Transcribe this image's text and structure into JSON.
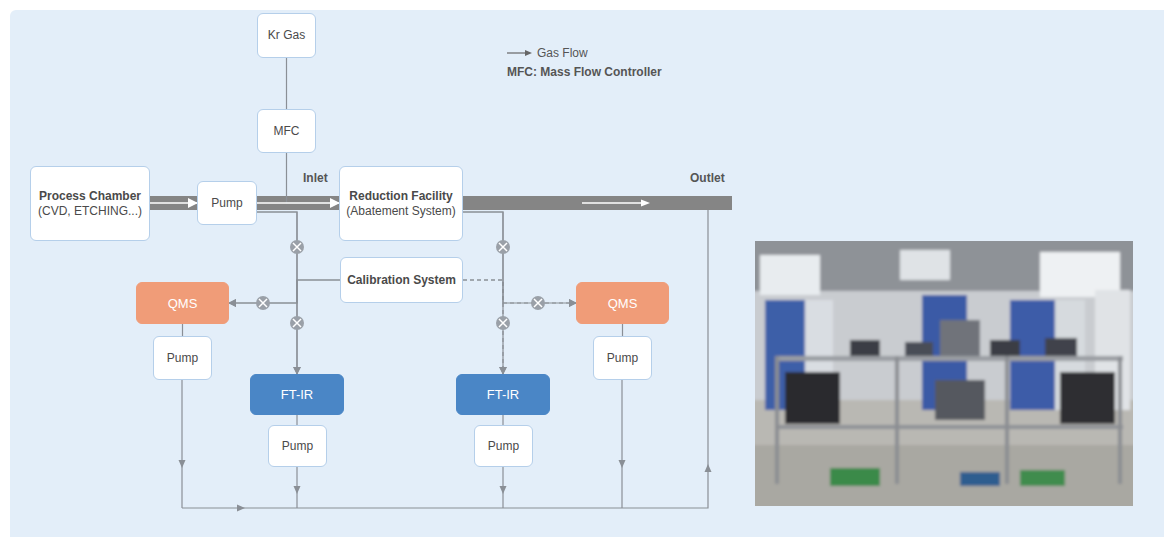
{
  "diagram": {
    "nodes": [
      {
        "text": [
          "Kr Gas"
        ]
      },
      {
        "text": [
          "MFC"
        ]
      },
      {
        "text": [
          "Process Chamber",
          "(CVD, ETCHING...)"
        ]
      },
      {
        "text": [
          "Pump"
        ]
      },
      {
        "text": [
          "Reduction Facility",
          "(Abatement System)"
        ]
      },
      {
        "text": [
          "Calibration System"
        ]
      },
      {
        "text": [
          "QMS"
        ]
      },
      {
        "text": [
          "Pump"
        ]
      },
      {
        "text": [
          "FT-IR"
        ]
      },
      {
        "text": [
          "Pump"
        ]
      },
      {
        "text": [
          "FT-IR"
        ]
      },
      {
        "text": [
          "Pump"
        ]
      },
      {
        "text": [
          "QMS"
        ]
      },
      {
        "text": [
          "Pump"
        ]
      }
    ],
    "edges": [
      {
        "from": 0,
        "to": 1,
        "arrow": "none"
      },
      {
        "from": 1,
        "to": 4,
        "arrow": "to"
      },
      {
        "from": 2,
        "to": 3,
        "arrow": "to"
      },
      {
        "from": 3,
        "to": 4,
        "arrow": "to"
      },
      {
        "from": 3,
        "to": 6,
        "arrow": "to"
      },
      {
        "from": 3,
        "to": 8,
        "arrow": "to"
      },
      {
        "from": 4,
        "to": 12,
        "arrow": "to"
      },
      {
        "from": 4,
        "to": 10,
        "arrow": "to"
      },
      {
        "from": 5,
        "to": 6,
        "arrow": "to"
      },
      {
        "from": 5,
        "to": 8,
        "arrow": "to"
      },
      {
        "from": 5,
        "to": 12,
        "arrow": "to"
      },
      {
        "from": 5,
        "to": 10,
        "arrow": "to"
      },
      {
        "from": 6,
        "to": 7,
        "arrow": "none"
      },
      {
        "from": 8,
        "to": 9,
        "arrow": "none"
      },
      {
        "from": 10,
        "to": 11,
        "arrow": "none"
      },
      {
        "from": 12,
        "to": 13,
        "arrow": "none"
      }
    ],
    "labels": [
      "Inlet",
      "Outlet",
      "MFC: Mass Flow Controller"
    ],
    "legend": [
      {
        "text": "Gas Flow"
      }
    ]
  }
}
